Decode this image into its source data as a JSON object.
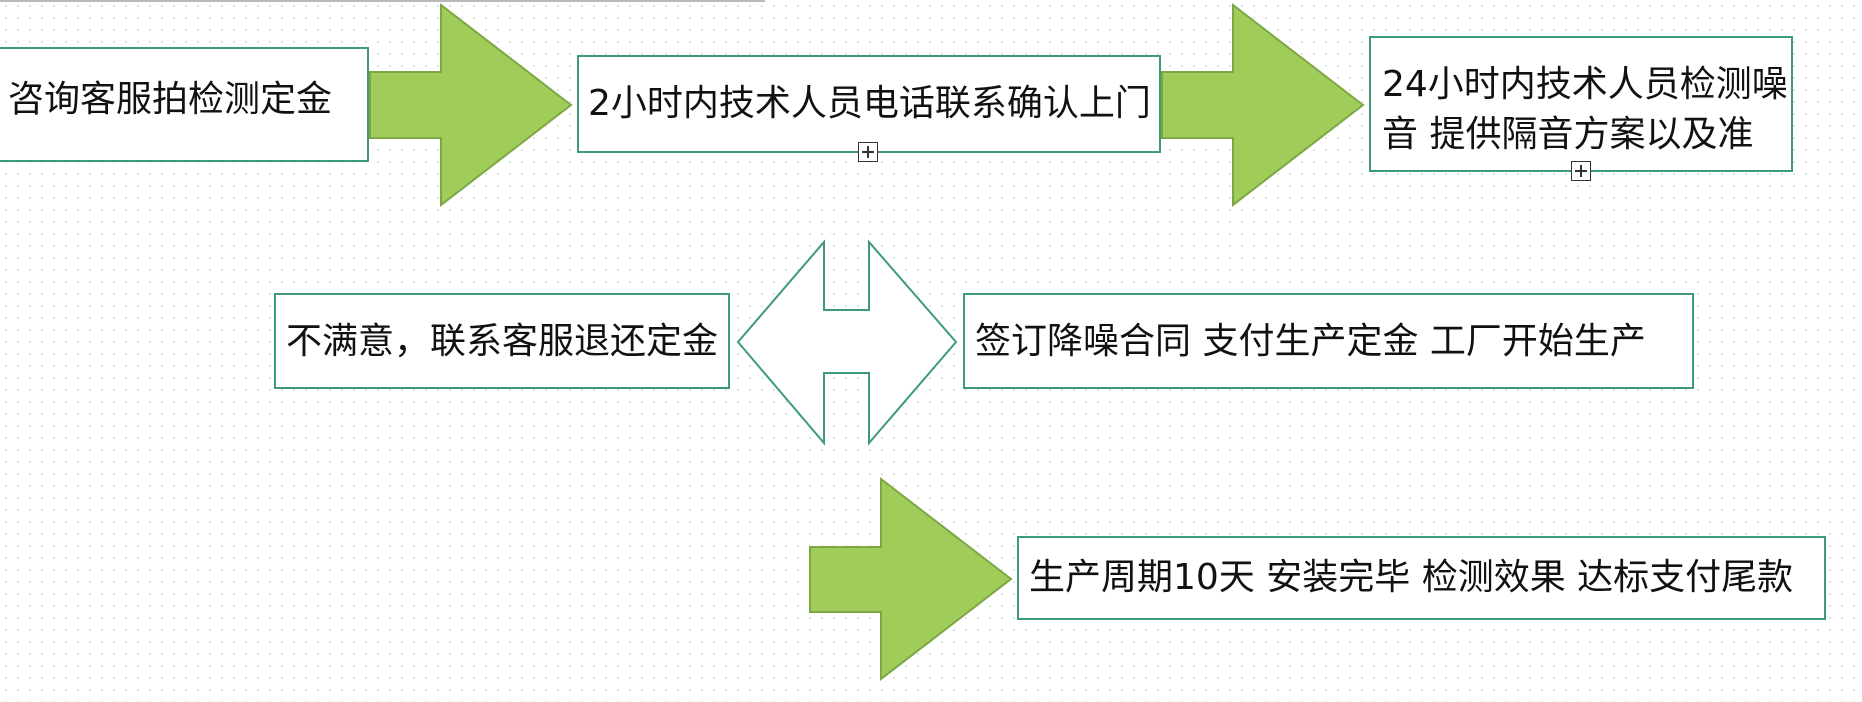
{
  "diagram": {
    "colors": {
      "box_border": "#3f9a76",
      "arrow_fill": "#a0cd5a",
      "arrow_stroke": "#7da644",
      "outline_arrow_stroke": "#3f9a76"
    },
    "steps": [
      {
        "id": "deposit",
        "text": "咨询客服拍检测定金"
      },
      {
        "id": "contact",
        "text": "2小时内技术人员电话联系确认上门"
      },
      {
        "id": "detect",
        "text": "24小时内技术人员检测噪音 提供隔音方案以及准"
      },
      {
        "id": "refund",
        "text": "不满意，联系客服退还定金"
      },
      {
        "id": "contract",
        "text": "签订降噪合同 支付生产定金 工厂开始生产"
      },
      {
        "id": "production",
        "text": "生产周期10天 安装完毕 检测效果 达标支付尾款"
      }
    ],
    "icons": {
      "arrow": "right-arrow-icon",
      "double_arrow": "left-right-arrow-icon",
      "expander": "expand-plus-icon"
    }
  }
}
